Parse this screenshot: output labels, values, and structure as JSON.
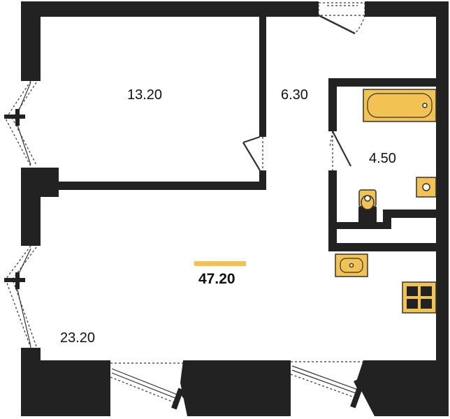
{
  "plan": {
    "rooms": [
      {
        "id": "bedroom",
        "area": "13.20"
      },
      {
        "id": "hallway",
        "area": "6.30"
      },
      {
        "id": "bathroom",
        "area": "4.50"
      },
      {
        "id": "living-kitchen",
        "area": "23.20"
      }
    ],
    "total_area": "47.20",
    "colors": {
      "wall": "#222222",
      "fixture": "#f2c352",
      "fixture_outline": "#333333",
      "accent": "#f2c352",
      "background": "#ffffff"
    }
  }
}
